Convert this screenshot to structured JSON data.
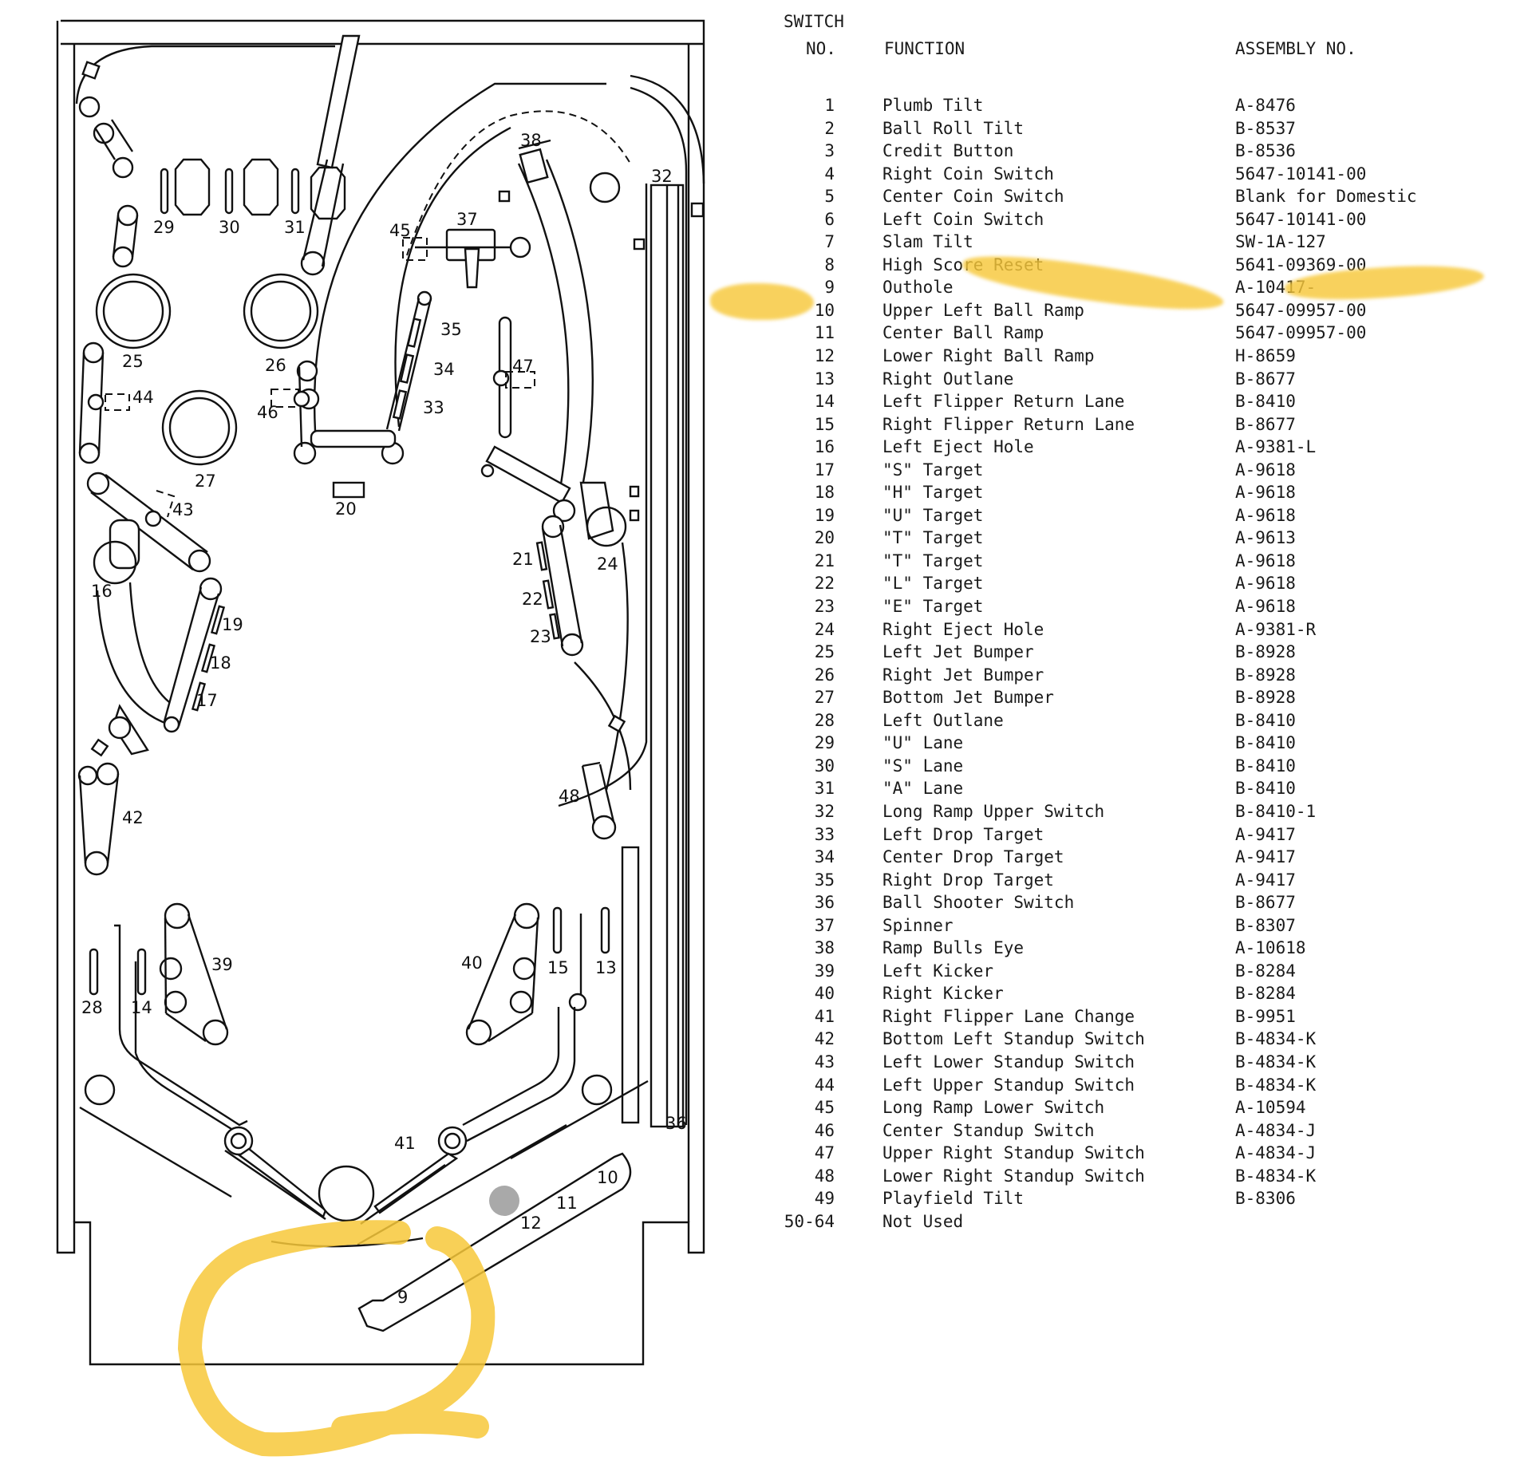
{
  "table": {
    "header_switch": "SWITCH",
    "header_no": "NO.",
    "header_function": "FUNCTION",
    "header_assembly": "ASSEMBLY NO.",
    "rows": [
      {
        "no": "1",
        "function": "Plumb Tilt",
        "assembly": "A-8476"
      },
      {
        "no": "2",
        "function": "Ball Roll Tilt",
        "assembly": "B-8537"
      },
      {
        "no": "3",
        "function": "Credit Button",
        "assembly": "B-8536"
      },
      {
        "no": "4",
        "function": "Right Coin Switch",
        "assembly": "5647-10141-00"
      },
      {
        "no": "5",
        "function": "Center Coin Switch",
        "assembly": "Blank for Domestic"
      },
      {
        "no": "6",
        "function": "Left Coin Switch",
        "assembly": "5647-10141-00"
      },
      {
        "no": "7",
        "function": "Slam Tilt",
        "assembly": "SW-1A-127"
      },
      {
        "no": "8",
        "function": "High Score Reset",
        "assembly": "5641-09369-00"
      },
      {
        "no": "9",
        "function": "Outhole",
        "assembly": "A-10417-"
      },
      {
        "no": "10",
        "function": "Upper Left Ball Ramp",
        "assembly": "5647-09957-00"
      },
      {
        "no": "11",
        "function": "Center Ball Ramp",
        "assembly": "5647-09957-00"
      },
      {
        "no": "12",
        "function": "Lower Right Ball Ramp",
        "assembly": "H-8659"
      },
      {
        "no": "13",
        "function": "Right Outlane",
        "assembly": "B-8677"
      },
      {
        "no": "14",
        "function": "Left Flipper Return Lane",
        "assembly": "B-8410"
      },
      {
        "no": "15",
        "function": "Right Flipper Return Lane",
        "assembly": "B-8677"
      },
      {
        "no": "16",
        "function": "Left Eject Hole",
        "assembly": "A-9381-L"
      },
      {
        "no": "17",
        "function": "\"S\" Target",
        "assembly": "A-9618"
      },
      {
        "no": "18",
        "function": "\"H\" Target",
        "assembly": "A-9618"
      },
      {
        "no": "19",
        "function": "\"U\" Target",
        "assembly": "A-9618"
      },
      {
        "no": "20",
        "function": "\"T\" Target",
        "assembly": "A-9613"
      },
      {
        "no": "21",
        "function": "\"T\" Target",
        "assembly": "A-9618"
      },
      {
        "no": "22",
        "function": "\"L\" Target",
        "assembly": "A-9618"
      },
      {
        "no": "23",
        "function": "\"E\" Target",
        "assembly": "A-9618"
      },
      {
        "no": "24",
        "function": "Right Eject Hole",
        "assembly": "A-9381-R"
      },
      {
        "no": "25",
        "function": "Left Jet Bumper",
        "assembly": "B-8928"
      },
      {
        "no": "26",
        "function": "Right Jet Bumper",
        "assembly": "B-8928"
      },
      {
        "no": "27",
        "function": "Bottom Jet Bumper",
        "assembly": "B-8928"
      },
      {
        "no": "28",
        "function": "Left Outlane",
        "assembly": "B-8410"
      },
      {
        "no": "29",
        "function": "\"U\" Lane",
        "assembly": "B-8410"
      },
      {
        "no": "30",
        "function": "\"S\" Lane",
        "assembly": "B-8410"
      },
      {
        "no": "31",
        "function": "\"A\" Lane",
        "assembly": "B-8410"
      },
      {
        "no": "32",
        "function": "Long Ramp Upper Switch",
        "assembly": "B-8410-1"
      },
      {
        "no": "33",
        "function": "Left Drop Target",
        "assembly": "A-9417"
      },
      {
        "no": "34",
        "function": "Center Drop Target",
        "assembly": "A-9417"
      },
      {
        "no": "35",
        "function": "Right Drop Target",
        "assembly": "A-9417"
      },
      {
        "no": "36",
        "function": "Ball Shooter Switch",
        "assembly": "B-8677"
      },
      {
        "no": "37",
        "function": "Spinner",
        "assembly": "B-8307"
      },
      {
        "no": "38",
        "function": "Ramp Bulls Eye",
        "assembly": "A-10618"
      },
      {
        "no": "39",
        "function": "Left Kicker",
        "assembly": "B-8284"
      },
      {
        "no": "40",
        "function": "Right Kicker",
        "assembly": "B-8284"
      },
      {
        "no": "41",
        "function": "Right Flipper Lane Change",
        "assembly": "B-9951"
      },
      {
        "no": "42",
        "function": "Bottom Left Standup Switch",
        "assembly": "B-4834-K"
      },
      {
        "no": "43",
        "function": "Left Lower Standup Switch",
        "assembly": "B-4834-K"
      },
      {
        "no": "44",
        "function": "Left Upper Standup Switch",
        "assembly": "B-4834-K"
      },
      {
        "no": "45",
        "function": "Long Ramp Lower Switch",
        "assembly": "A-10594"
      },
      {
        "no": "46",
        "function": "Center Standup Switch",
        "assembly": "A-4834-J"
      },
      {
        "no": "47",
        "function": "Upper Right Standup Switch",
        "assembly": "A-4834-J"
      },
      {
        "no": "48",
        "function": "Lower Right Standup Switch",
        "assembly": "B-4834-K"
      },
      {
        "no": "49",
        "function": "Playfield Tilt",
        "assembly": "B-8306"
      },
      {
        "no": "50-64",
        "function": "Not Used",
        "assembly": ""
      }
    ]
  },
  "diagram_labels": {
    "s9": "9",
    "s10": "10",
    "s11": "11",
    "s12": "12",
    "s13": "13",
    "s14": "14",
    "s15": "15",
    "s16": "16",
    "s17": "17",
    "s18": "18",
    "s19": "19",
    "s20": "20",
    "s21": "21",
    "s22": "22",
    "s23": "23",
    "s24": "24",
    "s25": "25",
    "s26": "26",
    "s27": "27",
    "s28": "28",
    "s29": "29",
    "s30": "30",
    "s31": "31",
    "s32": "32",
    "s33": "33",
    "s34": "34",
    "s35": "35",
    "s36": "36",
    "s37": "37",
    "s38": "38",
    "s39": "39",
    "s40": "40",
    "s41": "41",
    "s42": "42",
    "s43": "43",
    "s44": "44",
    "s45": "45",
    "s46": "46",
    "s47": "47",
    "s48": "48"
  },
  "colors": {
    "line": "#111111",
    "highlight": "#f7c83a",
    "background": "#ffffff"
  }
}
